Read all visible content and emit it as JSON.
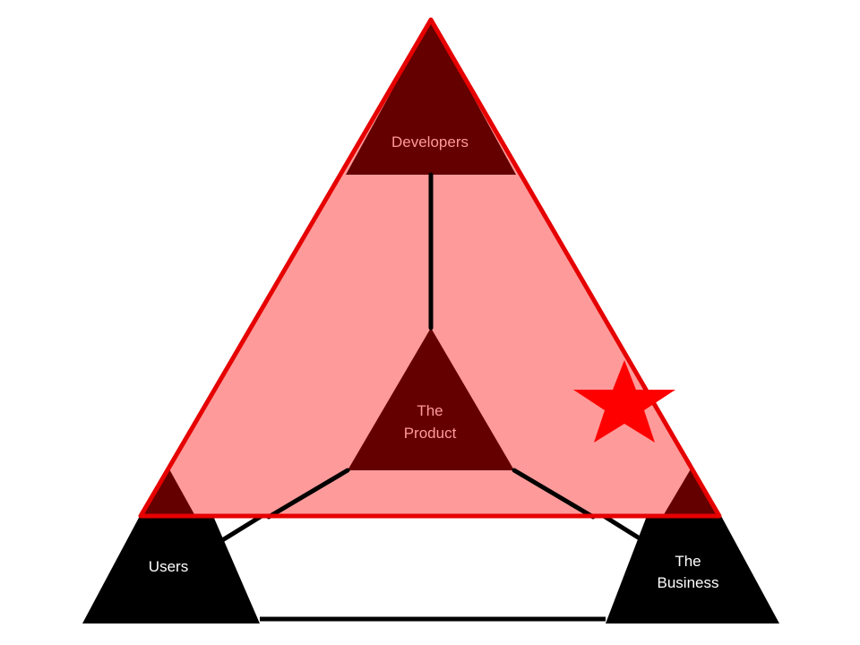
{
  "labels": {
    "developers": "Developers",
    "product_line1": "The",
    "product_line2": "Product",
    "users": "Users",
    "business_line1": "The",
    "business_line2": "Business"
  },
  "colors": {
    "highlight_fill": "#ff9a9a",
    "highlight_stroke": "#e60000",
    "dark_region": "#650000",
    "corner_black": "#000000",
    "star": "#ff0000",
    "developers_text": "#ff9a9a",
    "white_text": "#ffffff"
  },
  "icons": {
    "highlight_marker": "star-icon"
  }
}
